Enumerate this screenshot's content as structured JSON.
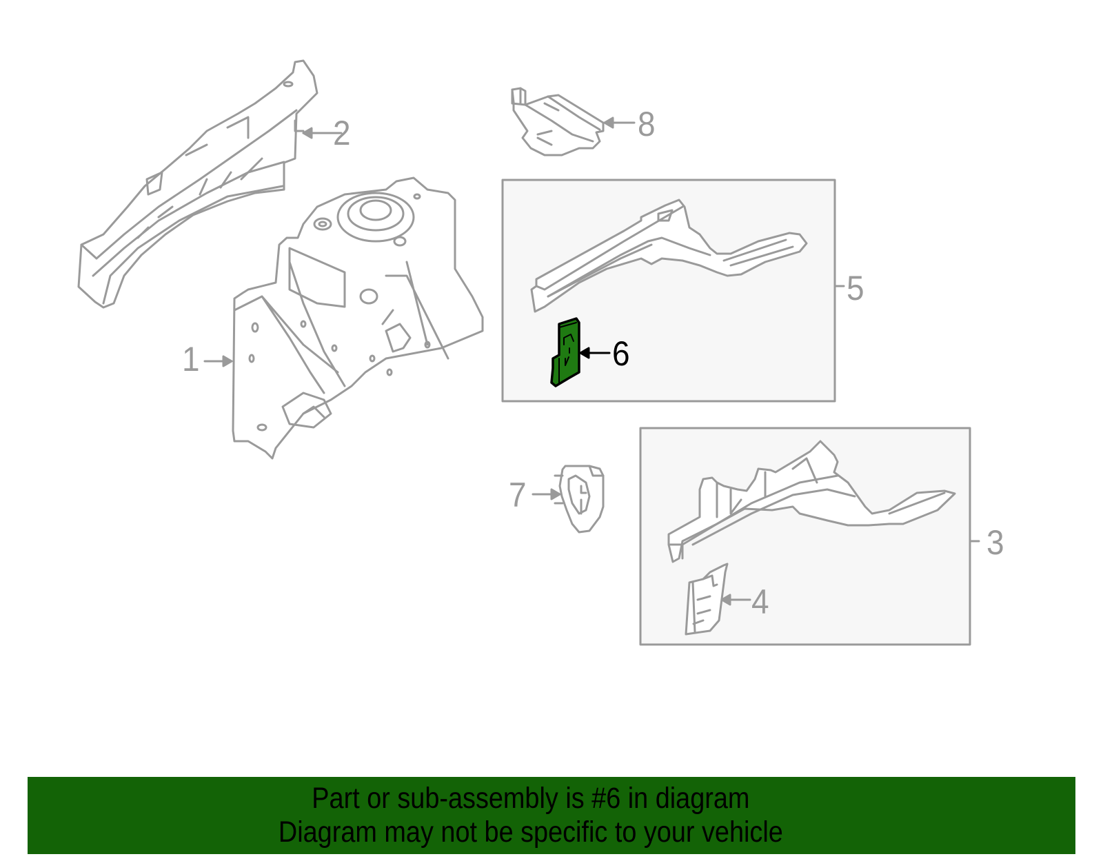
{
  "diagram": {
    "highlighted_part": "6",
    "colors": {
      "line": "#9a9a9a",
      "box_fill": "#f7f7f7",
      "highlight_fill": "#1f7a12",
      "highlight_stroke": "#000000",
      "banner_bg": "#136306"
    },
    "callouts": [
      {
        "id": "1",
        "label": "1"
      },
      {
        "id": "2",
        "label": "2"
      },
      {
        "id": "3",
        "label": "3"
      },
      {
        "id": "4",
        "label": "4"
      },
      {
        "id": "5",
        "label": "5"
      },
      {
        "id": "6",
        "label": "6"
      },
      {
        "id": "7",
        "label": "7"
      },
      {
        "id": "8",
        "label": "8"
      }
    ],
    "groups": [
      {
        "id": "group-5",
        "contains": [
          "6"
        ]
      },
      {
        "id": "group-3",
        "contains": [
          "4"
        ]
      }
    ]
  },
  "banner": {
    "line1": "Part or sub-assembly is #6 in diagram",
    "line2": "Diagram may not be specific to your vehicle"
  }
}
